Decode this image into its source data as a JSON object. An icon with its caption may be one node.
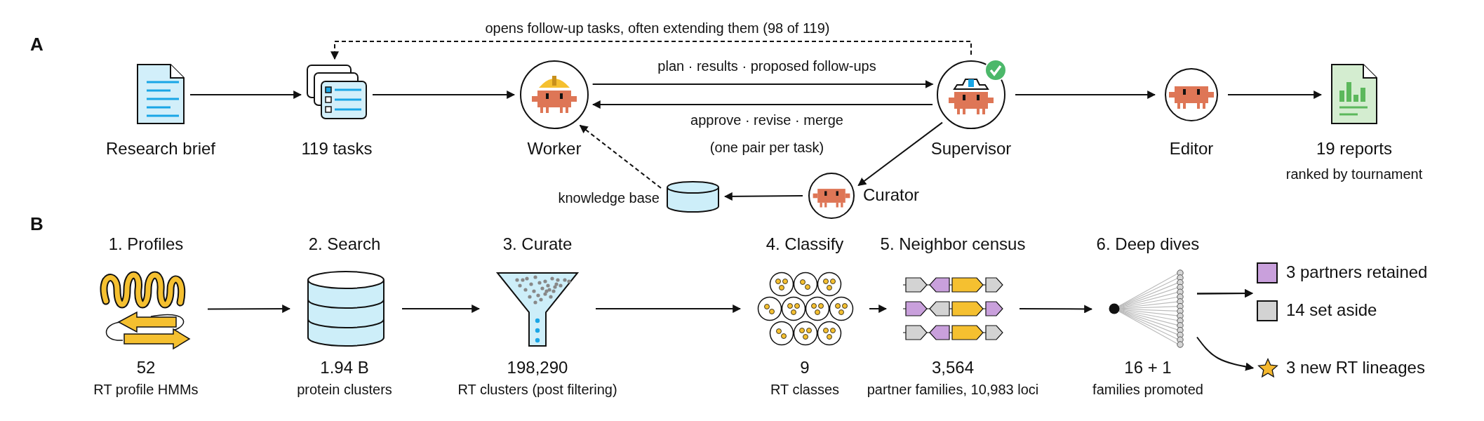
{
  "diagram": {
    "nodes": [
      {
        "text": [
          "Research brief"
        ]
      },
      {
        "text": [
          "119 tasks"
        ]
      },
      {
        "text": [
          "Worker"
        ]
      },
      {
        "text": [
          "Supervisor"
        ]
      },
      {
        "text": [
          "Editor"
        ]
      },
      {
        "text": [
          "19 reports",
          "ranked by tournament"
        ]
      },
      {
        "text": [
          "Curator"
        ]
      },
      {
        "text": [
          "knowledge base"
        ]
      },
      {
        "text": [
          "1. Profiles",
          "52",
          "RT profile HMMs"
        ]
      },
      {
        "text": [
          "2. Search",
          "1.94 B",
          "protein clusters"
        ]
      },
      {
        "text": [
          "3. Curate",
          "198,290",
          "RT clusters (post filtering)"
        ]
      },
      {
        "text": [
          "4. Classify",
          "9",
          "RT classes"
        ]
      },
      {
        "text": [
          "5. Neighbor census",
          "3,564",
          "partner families, 10,983 loci"
        ]
      },
      {
        "text": [
          "6. Deep dives",
          "16 + 1",
          "families promoted"
        ]
      },
      {
        "text": [
          "3 partners retained"
        ]
      },
      {
        "text": [
          "14 set aside"
        ]
      },
      {
        "text": [
          "3 new RT lineages"
        ]
      }
    ],
    "edges": [
      {
        "from": 0,
        "to": 1,
        "arrow": "to"
      },
      {
        "from": 1,
        "to": 2,
        "arrow": "to"
      },
      {
        "from": 2,
        "to": 3,
        "arrow": "to",
        "label": "plan · results · proposed follow-ups"
      },
      {
        "from": 3,
        "to": 2,
        "arrow": "to",
        "label": "approve · revise · merge"
      },
      {
        "from": 3,
        "to": 1,
        "arrow": "to",
        "label": "opens follow-up tasks, often extending them (98 of 119)",
        "style": "dashed"
      },
      {
        "from": 3,
        "to": 4,
        "arrow": "to"
      },
      {
        "from": 4,
        "to": 5,
        "arrow": "to"
      },
      {
        "from": 3,
        "to": 6,
        "arrow": "to"
      },
      {
        "from": 6,
        "to": 7,
        "arrow": "to"
      },
      {
        "from": 7,
        "to": 2,
        "arrow": "to",
        "style": "dashed"
      },
      {
        "from": 8,
        "to": 9,
        "arrow": "to"
      },
      {
        "from": 9,
        "to": 10,
        "arrow": "to"
      },
      {
        "from": 10,
        "to": 11,
        "arrow": "to"
      },
      {
        "from": 11,
        "to": 12,
        "arrow": "to"
      },
      {
        "from": 12,
        "to": 13,
        "arrow": "to"
      },
      {
        "from": 13,
        "to": 14,
        "arrow": "to"
      },
      {
        "from": 13,
        "to": 15,
        "arrow": "to"
      },
      {
        "from": 13,
        "to": 16,
        "arrow": "to"
      }
    ],
    "labels": [
      "A",
      "(one pair per task)",
      "B"
    ]
  }
}
